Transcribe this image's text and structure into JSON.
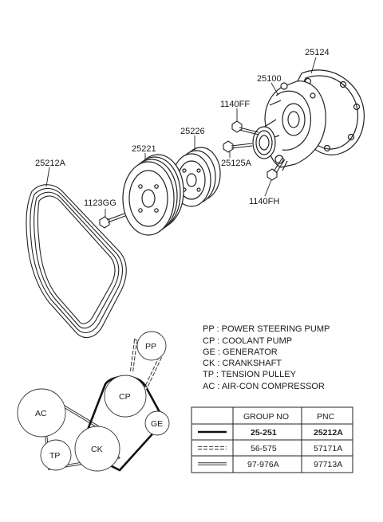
{
  "parts": {
    "p25124": "25124",
    "p25100": "25100",
    "p1140ff": "1140FF",
    "p25226": "25226",
    "p25221": "25221",
    "p25125a": "25125A",
    "p25212a": "25212A",
    "p1123gg": "1123GG",
    "p1140fh": "1140FH"
  },
  "legend": {
    "pp": "PP : POWER STEERING PUMP",
    "cp": "CP : COOLANT PUMP",
    "ge": "GE : GENERATOR",
    "ck": "CK : CRANKSHAFT",
    "tp": "TP : TENSION PULLEY",
    "ac": "AC : AIR-CON COMPRESSOR"
  },
  "pulleys": {
    "pp": "PP",
    "cp": "CP",
    "ge": "GE",
    "ck": "CK",
    "tp": "TP",
    "ac": "AC"
  },
  "table": {
    "headers": [
      "GROUP NO",
      "PNC"
    ],
    "rows": [
      {
        "group": "25-251",
        "pnc": "25212A",
        "bold": true,
        "line_style": "thick-solid"
      },
      {
        "group": "56-575",
        "pnc": "57171A",
        "bold": false,
        "line_style": "dashed-box"
      },
      {
        "group": "97-976A",
        "pnc": "97713A",
        "bold": false,
        "line_style": "thin-double"
      }
    ]
  }
}
